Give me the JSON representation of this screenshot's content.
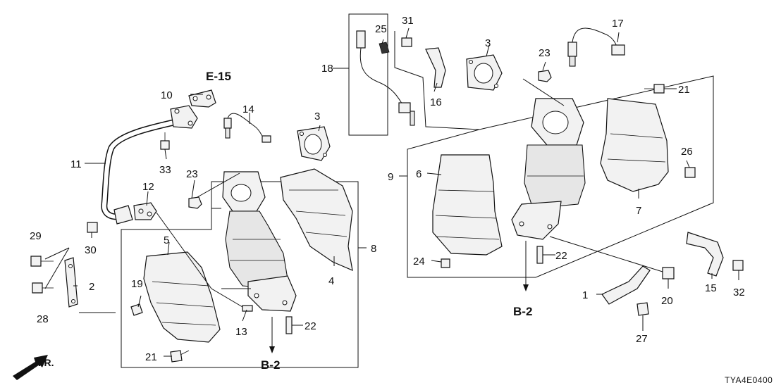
{
  "diagram": {
    "callouts": {
      "c1": "1",
      "c2": "2",
      "c3a": "3",
      "c3b": "3",
      "c4": "4",
      "c5": "5",
      "c6": "6",
      "c7": "7",
      "c8": "8",
      "c9": "9",
      "c10": "10",
      "c11": "11",
      "c12": "12",
      "c13": "13",
      "c14": "14",
      "c15": "15",
      "c16": "16",
      "c17": "17",
      "c18": "18",
      "c19": "19",
      "c20": "20",
      "c21a": "21",
      "c21b": "21",
      "c22a": "22",
      "c22b": "22",
      "c23a": "23",
      "c23b": "23",
      "c24": "24",
      "c25": "25",
      "c26": "26",
      "c27": "27",
      "c28": "28",
      "c29": "29",
      "c30": "30",
      "c31": "31",
      "c32": "32",
      "c33": "33"
    },
    "refs": {
      "e15": "E-15",
      "b2_left": "B-2",
      "b2_right": "B-2"
    },
    "direction_label": "FR.",
    "figure_code": "TYA4E0400"
  }
}
